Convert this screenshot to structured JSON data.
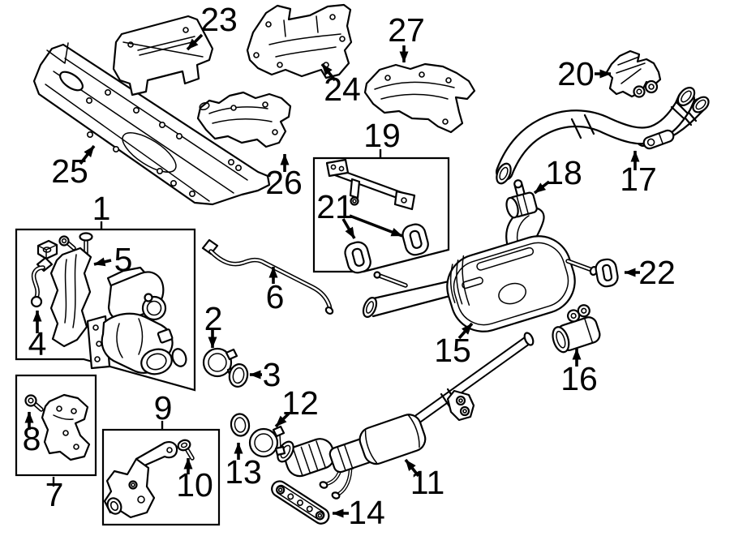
{
  "diagram": {
    "background_color": "#ffffff",
    "line_color": "#000000",
    "callouts": [
      {
        "label": "1"
      },
      {
        "label": "2"
      },
      {
        "label": "3"
      },
      {
        "label": "4"
      },
      {
        "label": "5"
      },
      {
        "label": "6"
      },
      {
        "label": "7"
      },
      {
        "label": "8"
      },
      {
        "label": "9"
      },
      {
        "label": "10"
      },
      {
        "label": "11"
      },
      {
        "label": "12"
      },
      {
        "label": "13"
      },
      {
        "label": "14"
      },
      {
        "label": "15"
      },
      {
        "label": "16"
      },
      {
        "label": "17"
      },
      {
        "label": "18"
      },
      {
        "label": "19"
      },
      {
        "label": "20"
      },
      {
        "label": "21"
      },
      {
        "label": "22"
      },
      {
        "label": "23"
      },
      {
        "label": "24"
      },
      {
        "label": "25"
      },
      {
        "label": "26"
      },
      {
        "label": "27"
      }
    ]
  }
}
